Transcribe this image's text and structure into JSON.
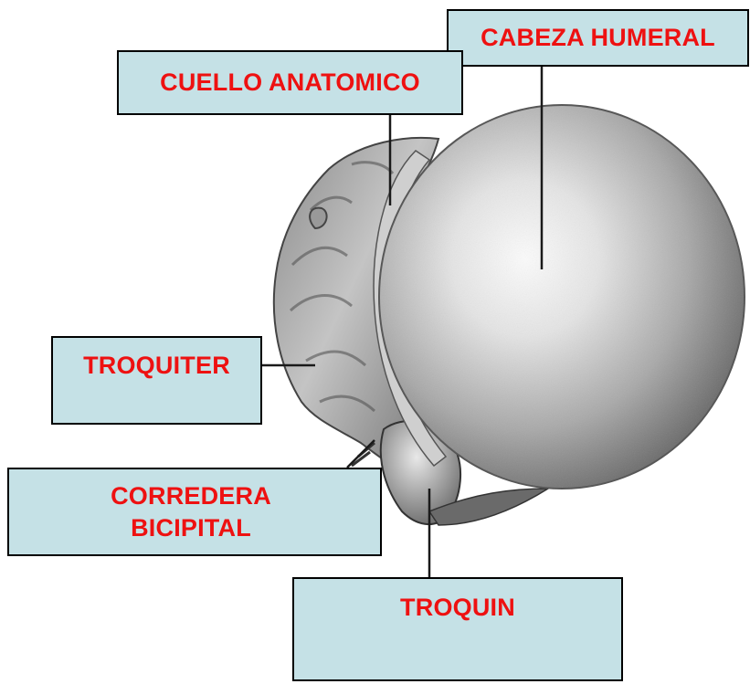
{
  "colors": {
    "label_fill": "#c5e1e6",
    "label_text": "#ee1111",
    "leader_line": "#1a1a1a",
    "bone_dark": "#3a3a3a",
    "bone_light": "#f2f2f2"
  },
  "labels": {
    "cabeza_humeral": "CABEZA HUMERAL",
    "cuello_anatomico": "CUELLO ANATOMICO",
    "troquiter": "TROQUITER",
    "corredera_line1": "CORREDERA",
    "corredera_line2": "BICIPITAL",
    "troquin": "TROQUIN"
  },
  "illustration": {
    "subject": "humerus-proximal-end-illustration",
    "style": "grayscale-engraving"
  }
}
